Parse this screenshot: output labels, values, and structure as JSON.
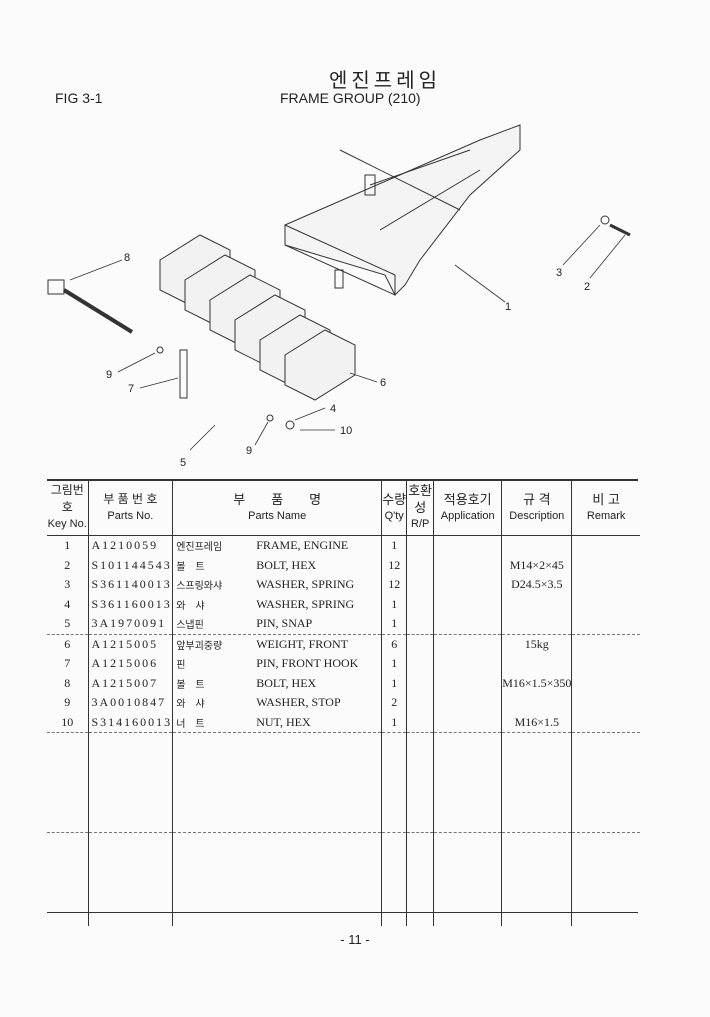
{
  "header": {
    "title_ko": "엔진프레임",
    "fig": "FIG 3-1",
    "title_en": "FRAME GROUP (210)"
  },
  "diagram": {
    "callouts": [
      "8",
      "9",
      "7",
      "5",
      "9",
      "4",
      "10",
      "6",
      "1",
      "3",
      "2"
    ]
  },
  "table": {
    "headers": [
      {
        "ko": "그림번호",
        "en": "Key No."
      },
      {
        "ko": "부 품 번 호",
        "en": "Parts No."
      },
      {
        "ko": "부　　품　　명",
        "en": "Parts Name"
      },
      {
        "ko": "수량",
        "en": "Q'ty"
      },
      {
        "ko": "호환성",
        "en": "R/P"
      },
      {
        "ko": "적용호기",
        "en": "Application"
      },
      {
        "ko": "규 격",
        "en": "Description"
      },
      {
        "ko": "비 고",
        "en": "Remark"
      }
    ],
    "rows": [
      {
        "key": "1",
        "part": "A1210059",
        "name_ko": "엔진프레임",
        "name_en": "FRAME, ENGINE",
        "qty": "1",
        "desc": ""
      },
      {
        "key": "2",
        "part": "S101144543",
        "name_ko": "볼　트",
        "name_en": "BOLT, HEX",
        "qty": "12",
        "desc": "M14×2×45"
      },
      {
        "key": "3",
        "part": "S361140013",
        "name_ko": "스프링와샤",
        "name_en": "WASHER, SPRING",
        "qty": "12",
        "desc": "D24.5×3.5"
      },
      {
        "key": "4",
        "part": "S361160013",
        "name_ko": "와　샤",
        "name_en": "WASHER, SPRING",
        "qty": "1",
        "desc": ""
      },
      {
        "key": "5",
        "part": "3A1970091",
        "name_ko": "스냅핀",
        "name_en": "PIN, SNAP",
        "qty": "1",
        "desc": ""
      },
      {
        "key": "6",
        "part": "A1215005",
        "name_ko": "앞부괴중량",
        "name_en": "WEIGHT, FRONT",
        "qty": "6",
        "desc": "15kg"
      },
      {
        "key": "7",
        "part": "A1215006",
        "name_ko": "핀",
        "name_en": "PIN, FRONT HOOK",
        "qty": "1",
        "desc": ""
      },
      {
        "key": "8",
        "part": "A1215007",
        "name_ko": "볼　트",
        "name_en": "BOLT, HEX",
        "qty": "1",
        "desc": "M16×1.5×350"
      },
      {
        "key": "9",
        "part": "3A0010847",
        "name_ko": "와　샤",
        "name_en": "WASHER, STOP",
        "qty": "2",
        "desc": ""
      },
      {
        "key": "10",
        "part": "S314160013",
        "name_ko": "너　트",
        "name_en": "NUT, HEX",
        "qty": "1",
        "desc": "M16×1.5"
      }
    ]
  },
  "footer": {
    "page": "- 11 -"
  }
}
